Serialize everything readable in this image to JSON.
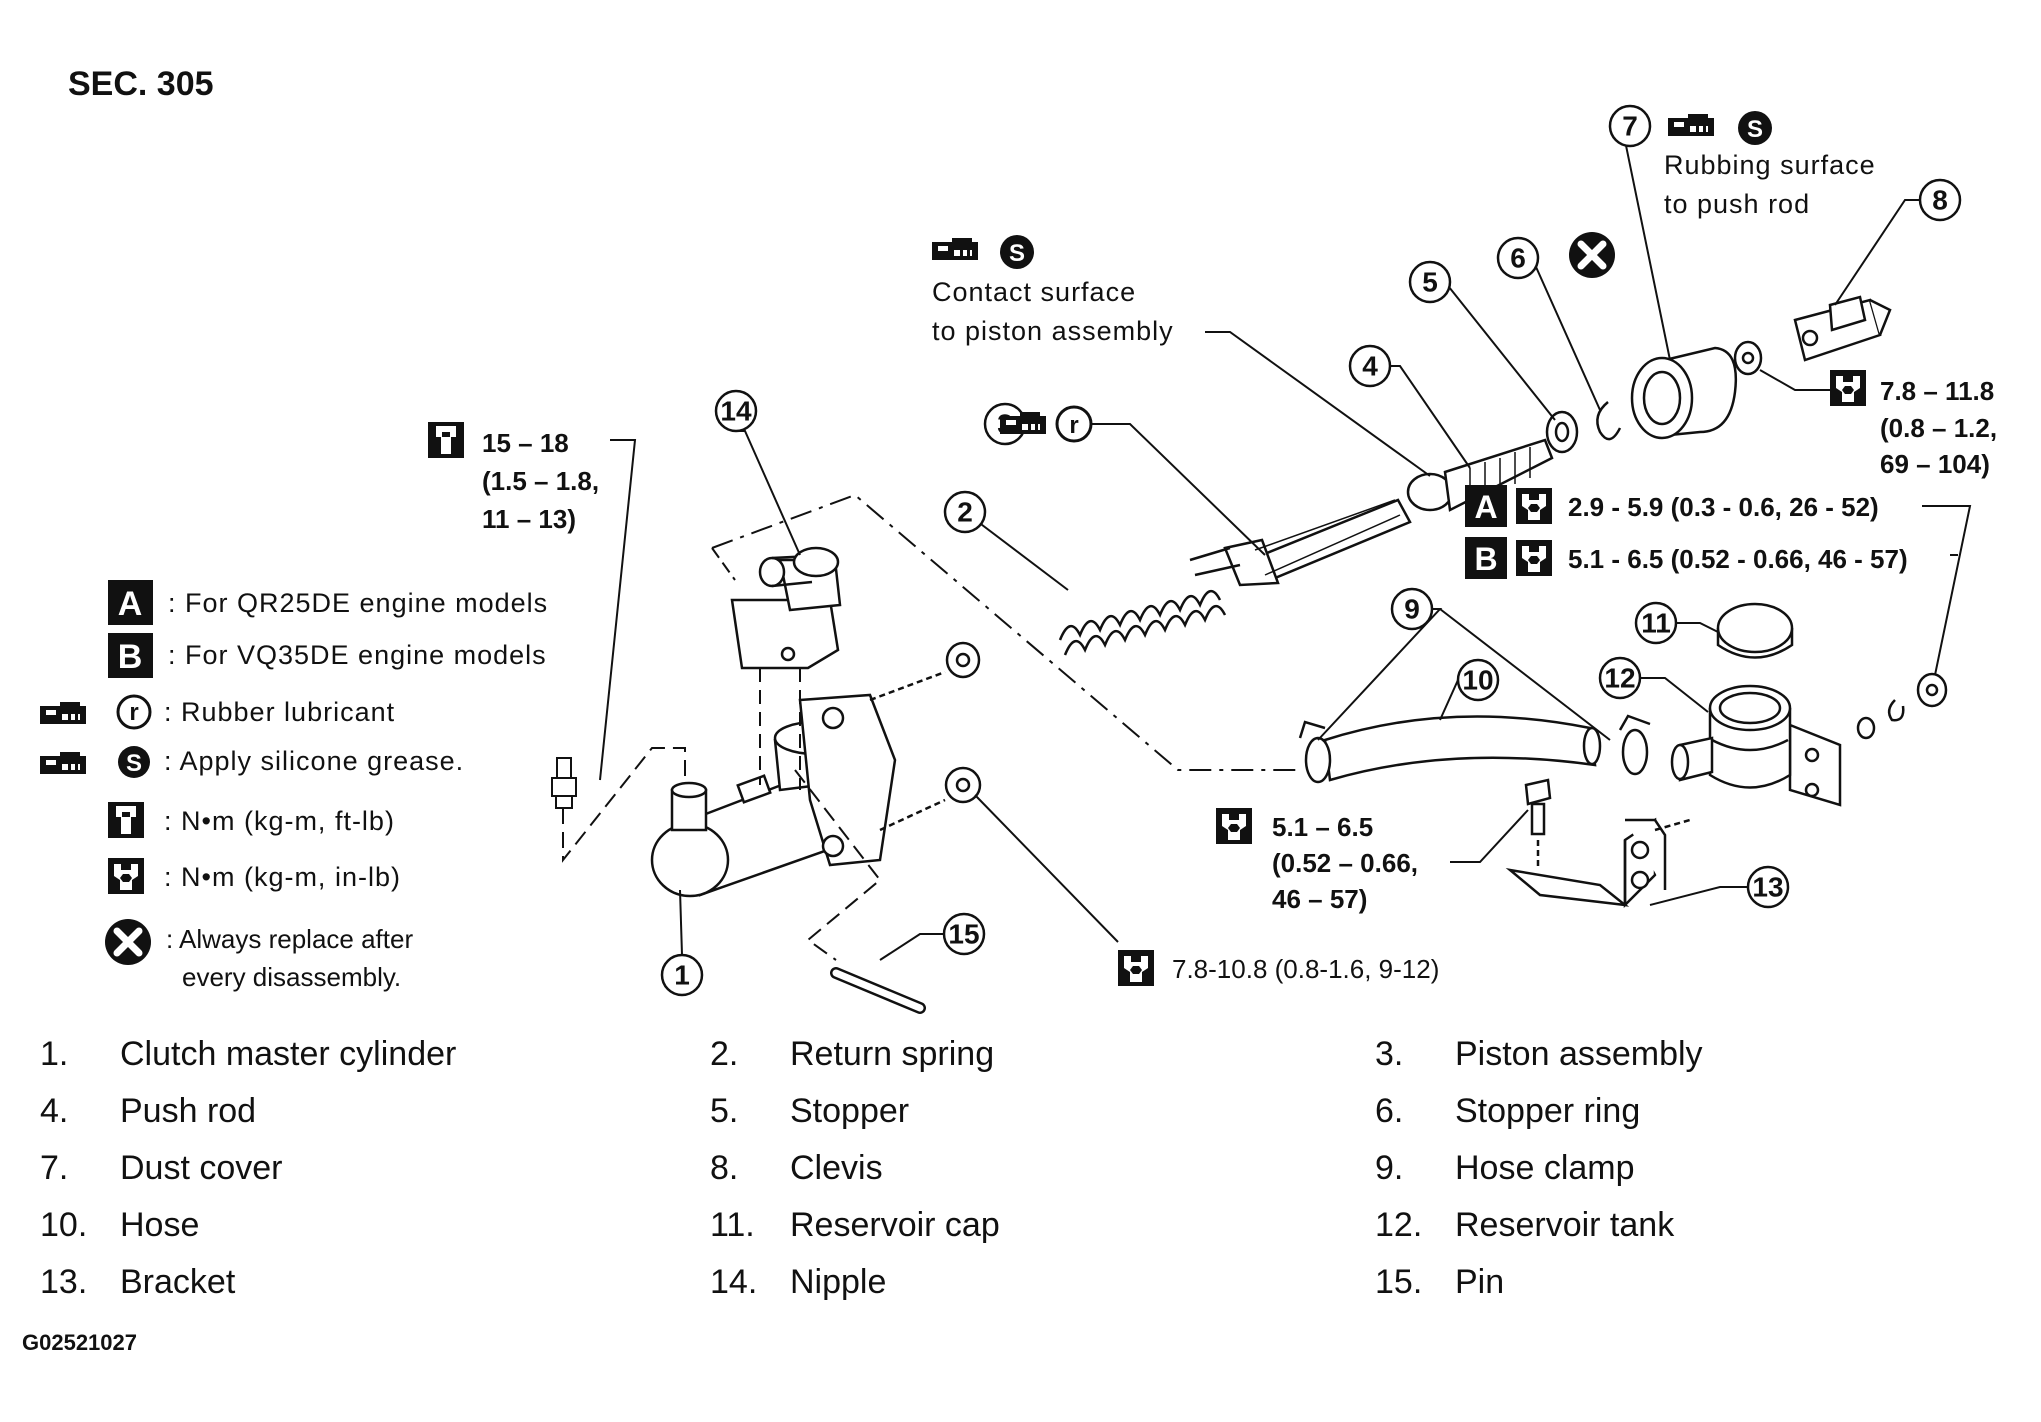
{
  "section": "SEC. 305",
  "figure_id": "G02521027",
  "legend": {
    "a": {
      "key": "A",
      "text": ": For QR25DE engine models"
    },
    "b": {
      "key": "B",
      "text": ": For VQ35DE engine models"
    },
    "r": {
      "key": "r",
      "text": ": Rubber lubricant"
    },
    "s": {
      "key": "S",
      "text": ": Apply silicone grease."
    },
    "nm_ftlb": {
      "text": ": N•m (kg-m, ft-lb)"
    },
    "nm_inlb": {
      "text": ": N•m (kg-m, in-lb)"
    },
    "replace": {
      "line1": ": Always replace after",
      "line2": "every disassembly."
    }
  },
  "notes": {
    "contact_surface": {
      "line1": "Contact surface",
      "line2": "to piston assembly"
    },
    "rubbing_surface": {
      "line1": "Rubbing surface",
      "line2": "to push rod"
    }
  },
  "torques": {
    "t1": {
      "line1": "15 – 18",
      "line2": "(1.5 – 1.8,",
      "line3": "11 – 13)"
    },
    "t2": {
      "line1": "7.8 – 11.8",
      "line2": "(0.8 – 1.2,",
      "line3": "69 – 104)"
    },
    "t3a": {
      "key": "A",
      "text": "2.9 - 5.9 (0.3 - 0.6, 26 - 52)"
    },
    "t3b": {
      "key": "B",
      "text": "5.1 - 6.5 (0.52 - 0.66, 46 - 57)"
    },
    "t4": {
      "line1": "5.1 – 6.5",
      "line2": "(0.52 – 0.66,",
      "line3": "46 – 57)"
    },
    "t5": {
      "text": "7.8-10.8 (0.8-1.6, 9-12)"
    }
  },
  "callouts": [
    "1",
    "2",
    "3",
    "4",
    "5",
    "6",
    "7",
    "8",
    "9",
    "10",
    "11",
    "12",
    "13",
    "14",
    "15"
  ],
  "parts": [
    {
      "num": "1.",
      "name": "Clutch master cylinder"
    },
    {
      "num": "2.",
      "name": "Return spring"
    },
    {
      "num": "3.",
      "name": "Piston assembly"
    },
    {
      "num": "4.",
      "name": "Push rod"
    },
    {
      "num": "5.",
      "name": "Stopper"
    },
    {
      "num": "6.",
      "name": "Stopper ring"
    },
    {
      "num": "7.",
      "name": "Dust cover"
    },
    {
      "num": "8.",
      "name": "Clevis"
    },
    {
      "num": "9.",
      "name": "Hose clamp"
    },
    {
      "num": "10.",
      "name": "Hose"
    },
    {
      "num": "11.",
      "name": "Reservoir cap"
    },
    {
      "num": "12.",
      "name": "Reservoir tank"
    },
    {
      "num": "13.",
      "name": "Bracket"
    },
    {
      "num": "14.",
      "name": "Nipple"
    },
    {
      "num": "15.",
      "name": "Pin"
    }
  ]
}
